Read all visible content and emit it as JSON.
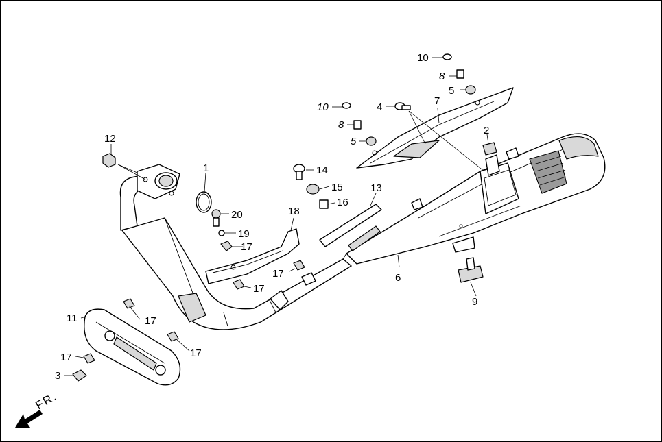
{
  "diagram": {
    "orientation_label": "FR.",
    "callouts": [
      {
        "id": "c1",
        "text": "1"
      },
      {
        "id": "c2",
        "text": "2"
      },
      {
        "id": "c3",
        "text": "3"
      },
      {
        "id": "c4",
        "text": "4"
      },
      {
        "id": "c5a",
        "text": "5"
      },
      {
        "id": "c5b",
        "text": "5"
      },
      {
        "id": "c6",
        "text": "6"
      },
      {
        "id": "c7",
        "text": "7"
      },
      {
        "id": "c8a",
        "text": "8"
      },
      {
        "id": "c8b",
        "text": "8"
      },
      {
        "id": "c9",
        "text": "9"
      },
      {
        "id": "c10a",
        "text": "10"
      },
      {
        "id": "c10b",
        "text": "10"
      },
      {
        "id": "c11",
        "text": "11"
      },
      {
        "id": "c12",
        "text": "12"
      },
      {
        "id": "c13",
        "text": "13"
      },
      {
        "id": "c14",
        "text": "14"
      },
      {
        "id": "c15",
        "text": "15"
      },
      {
        "id": "c16",
        "text": "16"
      },
      {
        "id": "c17a",
        "text": "17"
      },
      {
        "id": "c17b",
        "text": "17"
      },
      {
        "id": "c17c",
        "text": "17"
      },
      {
        "id": "c17d",
        "text": "17"
      },
      {
        "id": "c17e",
        "text": "17"
      },
      {
        "id": "c17f",
        "text": "17"
      },
      {
        "id": "c18",
        "text": "18"
      },
      {
        "id": "c19",
        "text": "19"
      },
      {
        "id": "c20",
        "text": "20"
      }
    ]
  }
}
